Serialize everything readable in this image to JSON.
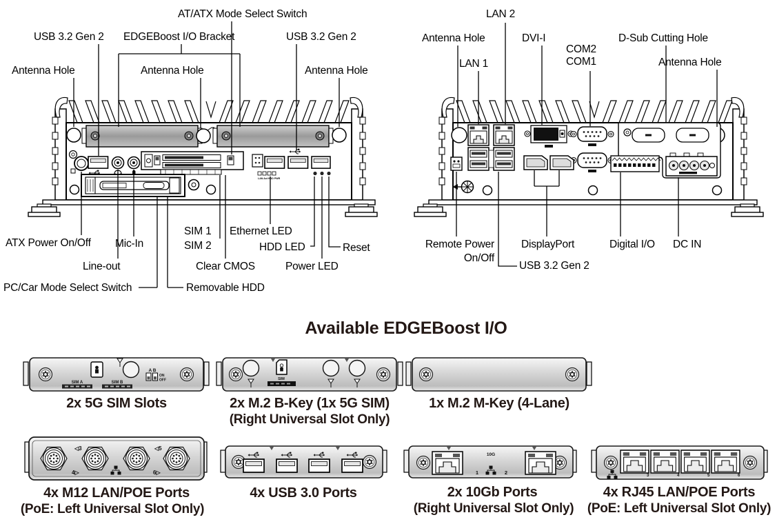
{
  "left_panel": {
    "at_atx": "AT/ATX Mode Select Switch",
    "usb_left": "USB 3.2 Gen 2",
    "edgeboost_bracket": "EDGEBoost I/O Bracket",
    "usb_right": "USB 3.2 Gen 2",
    "antenna_left": "Antenna Hole",
    "antenna_mid": "Antenna Hole",
    "antenna_right": "Antenna Hole",
    "atx_power": "ATX Power On/Off",
    "mic_in": "Mic-In",
    "line_out": "Line-out",
    "pc_car": "PC/Car Mode Select Switch",
    "removable_hdd": "Removable HDD",
    "sim1": "SIM 1",
    "sim2": "SIM 2",
    "clear_cmos": "Clear CMOS",
    "ethernet_led": "Ethernet LED",
    "hdd_led": "HDD LED",
    "power_led": "Power LED",
    "reset": "Reset",
    "led_strip": "LAN Act HDD PWR"
  },
  "right_panel": {
    "lan2": "LAN 2",
    "antenna_left": "Antenna Hole",
    "lan1": "LAN 1",
    "dvi": "DVI-I",
    "com2": "COM2",
    "com1": "COM1",
    "dsub_cutting": "D-Sub Cutting Hole",
    "antenna_right": "Antenna Hole",
    "remote_power_line1": "Remote Power",
    "remote_power_line2": "On/Off",
    "usb": "USB 3.2 Gen 2",
    "displayport": "DisplayPort",
    "digital_io": "Digital I/O",
    "dc_in": "DC IN"
  },
  "edgeboost": {
    "title": "Available EDGEBoost I/O",
    "m1": {
      "caption": "2x 5G SIM Slots",
      "sim_a": "SIM A",
      "sim_b": "SIM B",
      "ab": "A B",
      "on": "ON",
      "off": "OFF"
    },
    "m2": {
      "caption": "2x M.2 B-Key (1x 5G SIM)",
      "sub": "(Right Universal Slot Only)",
      "sim": "SIM"
    },
    "m3": {
      "caption": "1x M.2 M-Key (4-Lane)"
    },
    "m4": {
      "caption": "4x M12 LAN/POE Ports",
      "sub": "(PoE: Left Universal Slot Only)",
      "p3": "◁3",
      "p4": "4▷",
      "p5": "◁5",
      "p6": "6▷"
    },
    "m5": {
      "caption": "4x USB 3.0 Ports"
    },
    "m6": {
      "caption": "2x 10Gb Ports",
      "sub": "(Right Universal Slot Only)",
      "tag": "10G",
      "p1": "1",
      "p2": "2"
    },
    "m7": {
      "caption": "4x RJ45 LAN/POE Ports",
      "sub": "(PoE: Left Universal Slot Only)",
      "p3": "3",
      "p4": "4",
      "p5": "5",
      "p6": "6"
    }
  }
}
